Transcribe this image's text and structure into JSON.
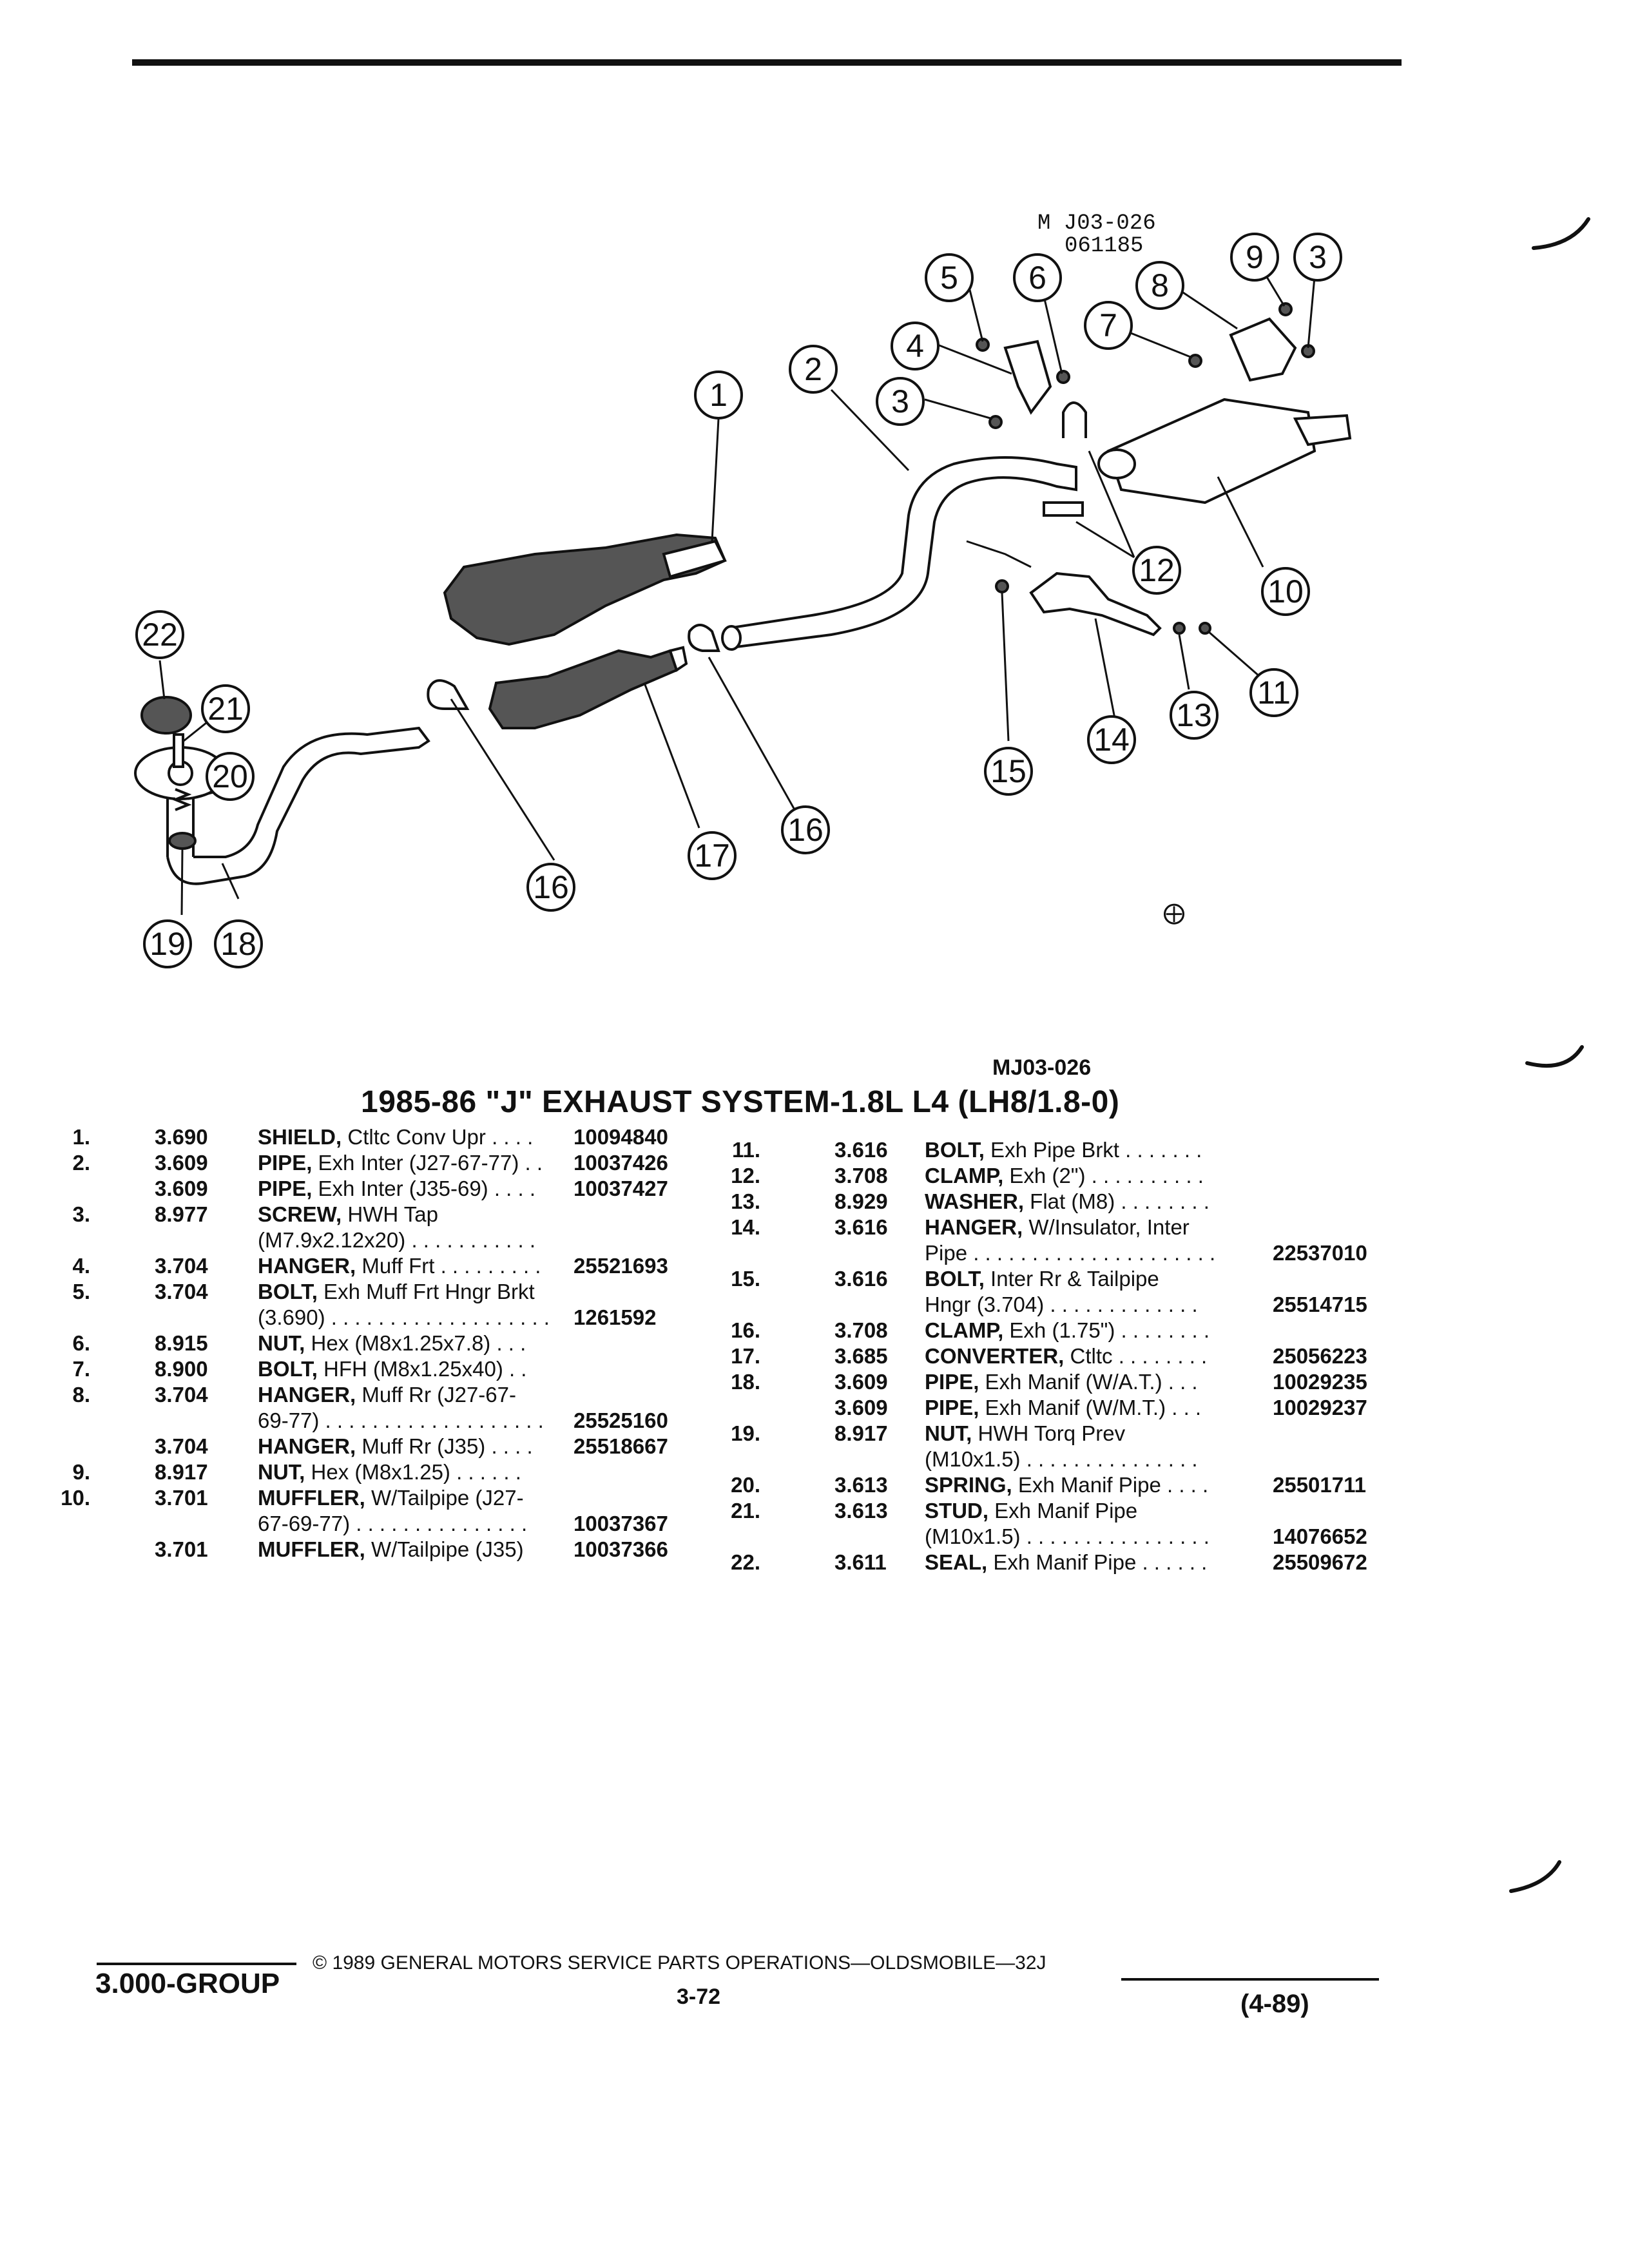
{
  "diagram": {
    "id_top": "M J03-026",
    "date_code": "061185",
    "callouts": [
      "1",
      "2",
      "3",
      "4",
      "5",
      "6",
      "7",
      "8",
      "9",
      "3",
      "10",
      "11",
      "12",
      "13",
      "14",
      "15",
      "16",
      "16",
      "17",
      "18",
      "19",
      "20",
      "21",
      "22"
    ]
  },
  "diagram_id_bottom": "MJ03-026",
  "section_title": "1985-86 \"J\" EXHAUST SYSTEM-1.8L L4 (LH8/1.8-0)",
  "parts_left": [
    {
      "num": "1.",
      "group": "3.690",
      "name": "SHIELD,",
      "desc": " Ctltc Conv Upr . . . .",
      "part": "10094840"
    },
    {
      "num": "2.",
      "group": "3.609",
      "name": "PIPE,",
      "desc": " Exh Inter (J27-67-77) . .",
      "part": "10037426"
    },
    {
      "num": "",
      "group": "3.609",
      "name": "PIPE,",
      "desc": " Exh Inter (J35-69) . . . .",
      "part": "10037427"
    },
    {
      "num": "3.",
      "group": "8.977",
      "name": "SCREW,",
      "desc": " HWH Tap",
      "part": ""
    },
    {
      "num": "",
      "group": "",
      "name": "",
      "desc": "(M7.9x2.12x20) . . . . . . . . . . .",
      "part": ""
    },
    {
      "num": "4.",
      "group": "3.704",
      "name": "HANGER,",
      "desc": " Muff Frt . . . . . . . . .",
      "part": "25521693"
    },
    {
      "num": "5.",
      "group": "3.704",
      "name": "BOLT,",
      "desc": " Exh Muff Frt Hngr Brkt",
      "part": ""
    },
    {
      "num": "",
      "group": "",
      "name": "",
      "desc": "(3.690) . . . . . . . . . . . . . . . . . . .",
      "part": "1261592"
    },
    {
      "num": "6.",
      "group": "8.915",
      "name": "NUT,",
      "desc": " Hex (M8x1.25x7.8) . . .",
      "part": ""
    },
    {
      "num": "7.",
      "group": "8.900",
      "name": "BOLT,",
      "desc": " HFH (M8x1.25x40) . .",
      "part": ""
    },
    {
      "num": "8.",
      "group": "3.704",
      "name": "HANGER,",
      "desc": " Muff Rr (J27-67-",
      "part": ""
    },
    {
      "num": "",
      "group": "",
      "name": "",
      "desc": "69-77) . . . . . . . . . . . . . . . . . . .",
      "part": "25525160"
    },
    {
      "num": "",
      "group": "3.704",
      "name": "HANGER,",
      "desc": " Muff Rr (J35) . . . .",
      "part": "25518667"
    },
    {
      "num": "9.",
      "group": "8.917",
      "name": "NUT,",
      "desc": " Hex (M8x1.25) . . . . . .",
      "part": ""
    },
    {
      "num": "10.",
      "group": "3.701",
      "name": "MUFFLER,",
      "desc": " W/Tailpipe (J27-",
      "part": ""
    },
    {
      "num": "",
      "group": "",
      "name": "",
      "desc": "67-69-77) . . . . . . . . . . . . . . .",
      "part": "10037367"
    },
    {
      "num": "",
      "group": "3.701",
      "name": "MUFFLER,",
      "desc": " W/Tailpipe (J35)",
      "part": "10037366"
    }
  ],
  "parts_right": [
    {
      "num": "11.",
      "group": "3.616",
      "name": "BOLT,",
      "desc": " Exh Pipe Brkt . . . . . . .",
      "part": ""
    },
    {
      "num": "12.",
      "group": "3.708",
      "name": "CLAMP,",
      "desc": " Exh (2\") . . . . . . . . . .",
      "part": ""
    },
    {
      "num": "13.",
      "group": "8.929",
      "name": "WASHER,",
      "desc": " Flat (M8) . . . . . . . .",
      "part": ""
    },
    {
      "num": "14.",
      "group": "3.616",
      "name": "HANGER,",
      "desc": " W/Insulator, Inter",
      "part": ""
    },
    {
      "num": "",
      "group": "",
      "name": "",
      "desc": "Pipe . . . . . . . . . . . . . . . . . . . . .",
      "part": "22537010"
    },
    {
      "num": "15.",
      "group": "3.616",
      "name": "BOLT,",
      "desc": " Inter Rr & Tailpipe",
      "part": ""
    },
    {
      "num": "",
      "group": "",
      "name": "",
      "desc": "Hngr (3.704) . . . . . . . . . . . . .",
      "part": "25514715"
    },
    {
      "num": "16.",
      "group": "3.708",
      "name": "CLAMP,",
      "desc": " Exh (1.75\") . . . . . . . .",
      "part": ""
    },
    {
      "num": "17.",
      "group": "3.685",
      "name": "CONVERTER,",
      "desc": " Ctltc . . . . . . . .",
      "part": "25056223"
    },
    {
      "num": "18.",
      "group": "3.609",
      "name": "PIPE,",
      "desc": " Exh Manif (W/A.T.) . . .",
      "part": "10029235"
    },
    {
      "num": "",
      "group": "3.609",
      "name": "PIPE,",
      "desc": " Exh Manif (W/M.T.) . . .",
      "part": "10029237"
    },
    {
      "num": "19.",
      "group": "8.917",
      "name": "NUT,",
      "desc": " HWH Torq Prev",
      "part": ""
    },
    {
      "num": "",
      "group": "",
      "name": "",
      "desc": "(M10x1.5) . . . . . . . . . . . . . . .",
      "part": ""
    },
    {
      "num": "20.",
      "group": "3.613",
      "name": "SPRING,",
      "desc": " Exh Manif Pipe . . . .",
      "part": "25501711"
    },
    {
      "num": "21.",
      "group": "3.613",
      "name": "STUD,",
      "desc": " Exh Manif Pipe",
      "part": ""
    },
    {
      "num": "",
      "group": "",
      "name": "",
      "desc": "(M10x1.5) . . . . . . . . . . . . . . . .",
      "part": "14076652"
    },
    {
      "num": "22.",
      "group": "3.611",
      "name": "SEAL,",
      "desc": " Exh Manif Pipe . . . . . .",
      "part": "25509672"
    }
  ],
  "footer": {
    "group": "3.000-GROUP",
    "copyright": "© 1989 GENERAL MOTORS SERVICE PARTS OPERATIONS—OLDSMOBILE—32J",
    "page": "3-72",
    "date": "(4-89)"
  }
}
